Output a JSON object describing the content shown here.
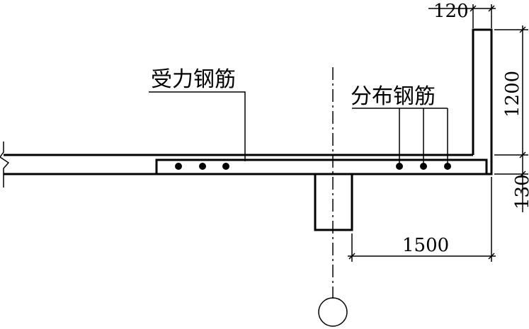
{
  "labels": {
    "main_rebar": "受力钢筋",
    "distribution_rebar": "分布钢筋"
  },
  "dimensions": {
    "wall_thickness": "120",
    "wall_height": "1200",
    "slab_thickness": "130",
    "overhang_length": "1500"
  }
}
